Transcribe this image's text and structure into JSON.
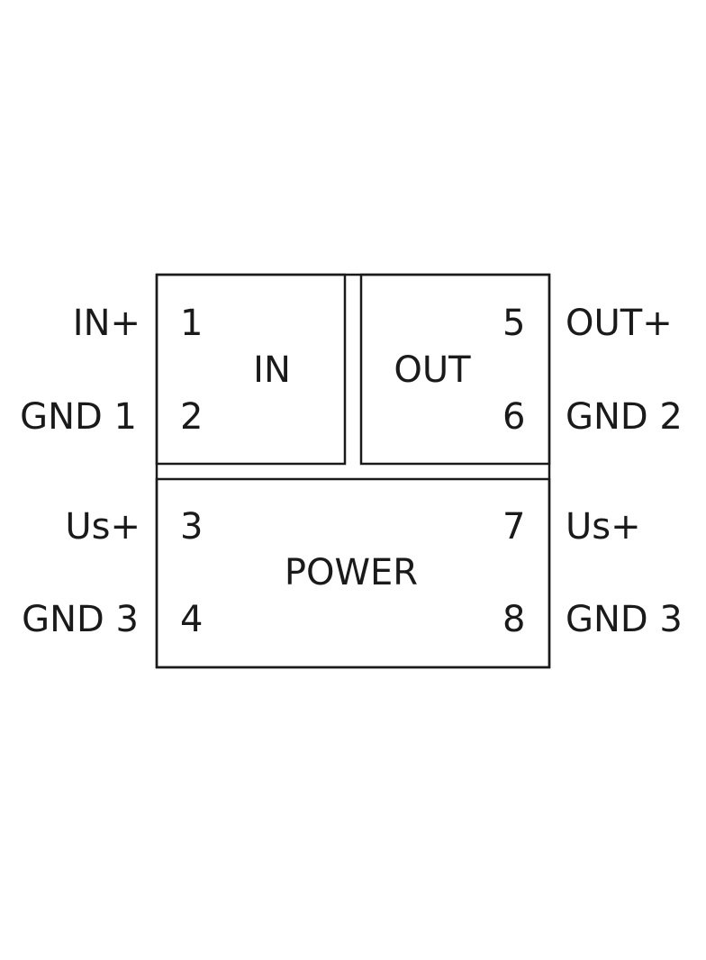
{
  "sections": {
    "in": "IN",
    "out": "OUT",
    "power": "POWER"
  },
  "pins": {
    "p1": "1",
    "p2": "2",
    "p3": "3",
    "p4": "4",
    "p5": "5",
    "p6": "6",
    "p7": "7",
    "p8": "8"
  },
  "signals": {
    "in_plus": "IN+",
    "gnd1": "GND 1",
    "us_plus_left": "Us+",
    "gnd3_left": "GND 3",
    "out_plus": "OUT+",
    "gnd2": "GND 2",
    "us_plus_right": "Us+",
    "gnd3_right": "GND 3"
  }
}
